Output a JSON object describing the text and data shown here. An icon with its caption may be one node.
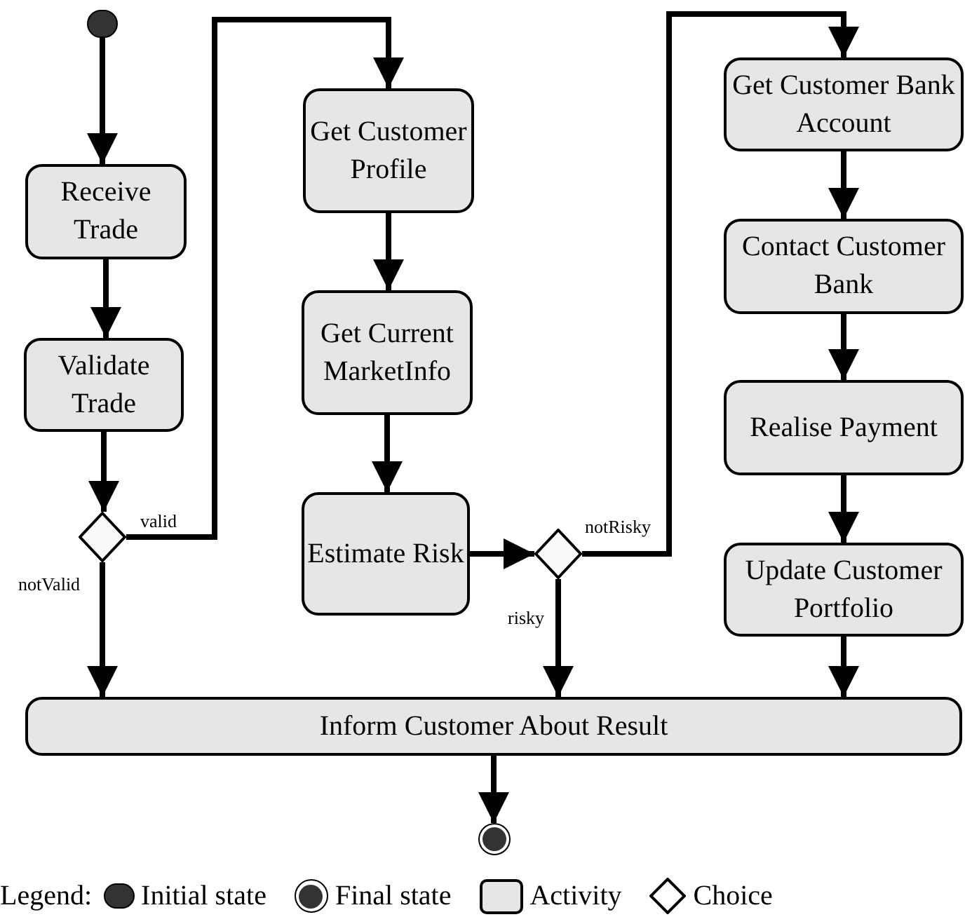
{
  "diagram": {
    "nodes": [
      {
        "text": [],
        "shape": "circle"
      },
      {
        "text": [
          "Receive Trade"
        ]
      },
      {
        "text": [
          "Validate Trade"
        ]
      },
      {
        "text": [],
        "shape": "diamond"
      },
      {
        "text": [
          "Get Customer Profile"
        ]
      },
      {
        "text": [
          "Get Current MarketInfo"
        ]
      },
      {
        "text": [
          "Estimate Risk"
        ]
      },
      {
        "text": [],
        "shape": "diamond"
      },
      {
        "text": [
          "Get Customer Bank Account"
        ]
      },
      {
        "text": [
          "Contact Customer Bank"
        ]
      },
      {
        "text": [
          "Realise Payment"
        ]
      },
      {
        "text": [
          "Update Customer Portfolio"
        ]
      },
      {
        "text": [
          "Inform Customer About Result"
        ]
      },
      {
        "text": [],
        "shape": "bullseye"
      }
    ],
    "edges": [
      {
        "from": 0,
        "to": 1,
        "arrow": "to"
      },
      {
        "from": 1,
        "to": 2,
        "arrow": "to"
      },
      {
        "from": 2,
        "to": 3,
        "arrow": "to"
      },
      {
        "from": 3,
        "to": 4,
        "arrow": "to",
        "label": "valid"
      },
      {
        "from": 3,
        "to": 12,
        "arrow": "to",
        "label": "notValid"
      },
      {
        "from": 4,
        "to": 5,
        "arrow": "to"
      },
      {
        "from": 5,
        "to": 6,
        "arrow": "to"
      },
      {
        "from": 6,
        "to": 7,
        "arrow": "to"
      },
      {
        "from": 7,
        "to": 8,
        "arrow": "to",
        "label": "notRisky"
      },
      {
        "from": 7,
        "to": 12,
        "arrow": "to",
        "label": "risky"
      },
      {
        "from": 8,
        "to": 9,
        "arrow": "to"
      },
      {
        "from": 9,
        "to": 10,
        "arrow": "to"
      },
      {
        "from": 10,
        "to": 11,
        "arrow": "to"
      },
      {
        "from": 11,
        "to": 12,
        "arrow": "to"
      },
      {
        "from": 12,
        "to": 13,
        "arrow": "to"
      }
    ],
    "labels": [
      "Legend:"
    ],
    "legend": [
      {
        "text": "Initial state"
      },
      {
        "text": "Final state"
      },
      {
        "text": "Activity"
      },
      {
        "text": "Choice"
      }
    ]
  }
}
